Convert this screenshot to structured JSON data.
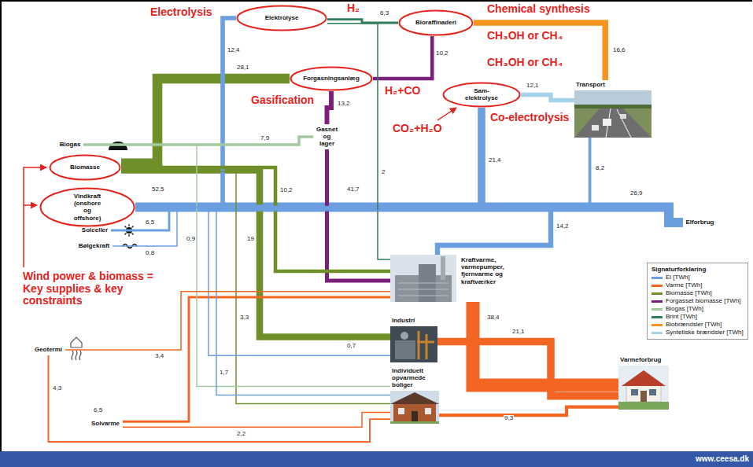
{
  "diagram": {
    "nodes": [
      {
        "text": [
          "Elektrolyse"
        ]
      },
      {
        "text": [
          "Bioraffinaderi"
        ]
      },
      {
        "text": [
          "Forgasningsanlæg"
        ]
      },
      {
        "text": [
          "Transport"
        ]
      },
      {
        "text": [
          "Sam-elektrolyse"
        ]
      },
      {
        "text": [
          "Biogas"
        ]
      },
      {
        "text": [
          "Gasnet og lager"
        ]
      },
      {
        "text": [
          "Biomasse"
        ]
      },
      {
        "text": [
          "Vindkraft (onshore og offshore)"
        ]
      },
      {
        "text": [
          "Solceller"
        ]
      },
      {
        "text": [
          "Bølgekraft"
        ]
      },
      {
        "text": [
          "Elforbrug"
        ]
      },
      {
        "text": [
          "Kraftvarme, varmepumper, fjernvarme og kraftværker"
        ]
      },
      {
        "text": [
          "Industri"
        ]
      },
      {
        "text": [
          "Geotermi"
        ]
      },
      {
        "text": [
          "Individuelt opvarmede boliger"
        ]
      },
      {
        "text": [
          "Varmeforbrug"
        ]
      },
      {
        "text": [
          "Solvarme"
        ]
      }
    ],
    "edges": [
      {
        "from": 8,
        "to": 0,
        "arrow": "none",
        "label": "12,4"
      },
      {
        "from": 0,
        "to": 1,
        "arrow": "none",
        "label": "6,3"
      },
      {
        "from": 0,
        "to": 12,
        "arrow": "none",
        "label": "2"
      },
      {
        "from": 7,
        "to": 2,
        "arrow": "none",
        "label": "28,1"
      },
      {
        "from": 2,
        "to": 1,
        "arrow": "none",
        "label": "10,2"
      },
      {
        "from": 2,
        "to": 6,
        "arrow": "none",
        "label": "13,2"
      },
      {
        "from": 5,
        "to": 6,
        "arrow": "none",
        "label": "7,9"
      },
      {
        "from": 1,
        "to": 3,
        "arrow": "none",
        "label": "16,6"
      },
      {
        "from": 4,
        "to": 3,
        "arrow": "none",
        "label": "12,1"
      },
      {
        "from": 8,
        "to": 4,
        "arrow": "none",
        "label": "21,4"
      },
      {
        "from": 8,
        "to": 3,
        "arrow": "none",
        "label": "8,2"
      },
      {
        "from": 8,
        "to": 11,
        "arrow": "none",
        "label": "26,9"
      },
      {
        "from": 9,
        "to": 11,
        "arrow": "none",
        "label": "6,5"
      },
      {
        "from": 10,
        "to": 11,
        "arrow": "none",
        "label": "0,8"
      },
      {
        "from": 8,
        "to": 12,
        "arrow": "none",
        "label": "14,2"
      },
      {
        "from": 6,
        "to": 12,
        "arrow": "none"
      },
      {
        "from": 7,
        "to": 12,
        "arrow": "none",
        "label": "10,2"
      },
      {
        "from": 7,
        "to": 13,
        "arrow": "none",
        "label": "19"
      },
      {
        "from": 7,
        "to": 15,
        "arrow": "none",
        "label": "3,3"
      },
      {
        "from": 5,
        "to": 15,
        "arrow": "none",
        "label": "0,9"
      },
      {
        "from": 8,
        "to": 13,
        "arrow": "none",
        "label": "0,7"
      },
      {
        "from": 8,
        "to": 15,
        "arrow": "none",
        "label": "1,7"
      },
      {
        "from": 14,
        "to": 12,
        "arrow": "none",
        "label": "3,4"
      },
      {
        "from": 14,
        "to": 15,
        "arrow": "none",
        "label": "4,3"
      },
      {
        "from": 17,
        "to": 12,
        "arrow": "none",
        "label": "6,5"
      },
      {
        "from": 17,
        "to": 15,
        "arrow": "none",
        "label": "2,2"
      },
      {
        "from": 12,
        "to": 16,
        "arrow": "none",
        "label": "38,4"
      },
      {
        "from": 13,
        "to": 16,
        "arrow": "none",
        "label": "21,1"
      },
      {
        "from": 15,
        "to": 16,
        "arrow": "none",
        "label": "9,3"
      }
    ],
    "labels": [
      "Electrolysis",
      "H₂",
      "Chemical synthesis",
      "CH₃OH or CH₄",
      "CH₃OH or CH₄",
      "Gasification",
      "H₂+CO",
      "CO₂+H₂O",
      "Co-electrolysis",
      "52,5",
      "41,7",
      "Wind power & biomass = Key supplies & key constraints",
      "Signaturforklaring",
      "www.ceesa.dk"
    ],
    "legend": [
      {
        "text": "El [TWh]",
        "color": "#6b9fe0"
      },
      {
        "text": "Varme [TWh]",
        "color": "#f26522"
      },
      {
        "text": "Biomasse [TWh]",
        "color": "#6f8f2a"
      },
      {
        "text": "Forgasset biomasse [TWh]",
        "color": "#7a1f7a"
      },
      {
        "text": "Biogas [TWh]",
        "color": "#a3c9a0"
      },
      {
        "text": "Brint [TWh]",
        "color": "#2e7d5b"
      },
      {
        "text": "Biobrændsler [TWh]",
        "color": "#f7941d"
      },
      {
        "text": "Syntetiske brændsler [TWh]",
        "color": "#a6d2ea"
      }
    ]
  }
}
